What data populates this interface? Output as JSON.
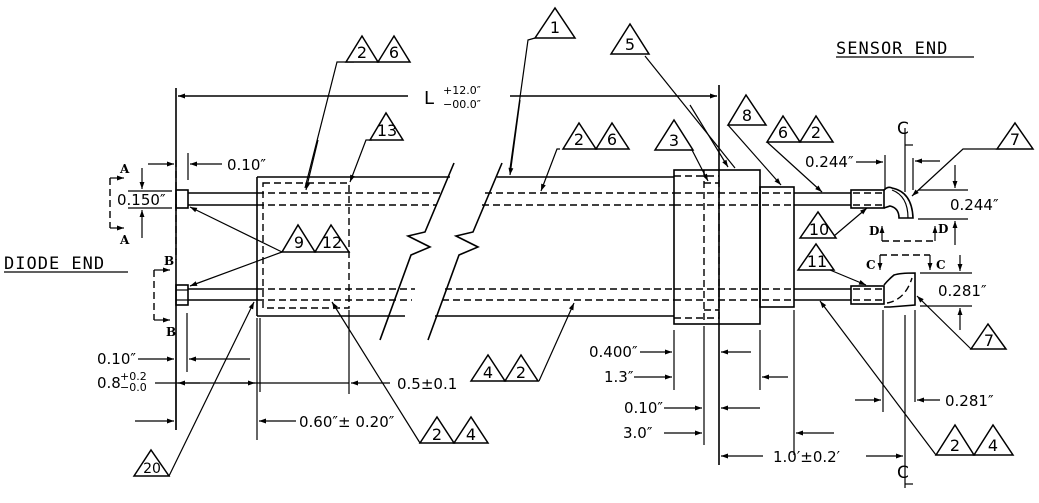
{
  "titles": {
    "diode_end": "DIODE END",
    "sensor_end": "SENSOR END"
  },
  "length": {
    "symbol": "L",
    "tol_plus": "+12.0″",
    "tol_minus": "−00.0″"
  },
  "dimensions": {
    "diode_offset": "0.10″",
    "diode_diameter": "0.150″",
    "diode_lower_offset": "0.10″",
    "diode_length_value": "0.8",
    "diode_length_plus": "+0.2",
    "diode_length_minus": "−0.0",
    "inner_offset": "0.5±0.1",
    "sleeve_offset": "0.60″±  0.20″",
    "block_a": "0.400″",
    "block_b": "1.3″",
    "block_c": "0.10″",
    "block_d": "3.0″",
    "tip_to_cl": "1.0′±0.2′",
    "sensor_top_width": "0.244″",
    "sensor_top_height": "0.244″",
    "sensor_bottom_height": "0.281″",
    "sensor_bottom_width": "0.281″"
  },
  "centerline": {
    "label": "C"
  },
  "sections": {
    "a": "A",
    "b": "B",
    "c": "C",
    "d": "D"
  },
  "callouts": [
    {
      "id": "c1",
      "numbers": [
        "1"
      ]
    },
    {
      "id": "c2-6-top",
      "numbers": [
        "2",
        "6"
      ]
    },
    {
      "id": "c13",
      "numbers": [
        "13"
      ]
    },
    {
      "id": "c2-6-mid",
      "numbers": [
        "2",
        "6"
      ]
    },
    {
      "id": "c5",
      "numbers": [
        "5"
      ]
    },
    {
      "id": "c3",
      "numbers": [
        "3"
      ]
    },
    {
      "id": "c8",
      "numbers": [
        "8"
      ]
    },
    {
      "id": "c6-2",
      "numbers": [
        "6",
        "2"
      ]
    },
    {
      "id": "c7-top",
      "numbers": [
        "7"
      ]
    },
    {
      "id": "c9-12",
      "numbers": [
        "9",
        "12"
      ]
    },
    {
      "id": "c10",
      "numbers": [
        "10"
      ]
    },
    {
      "id": "c11",
      "numbers": [
        "11"
      ]
    },
    {
      "id": "c7-bottom",
      "numbers": [
        "7"
      ]
    },
    {
      "id": "c4-2",
      "numbers": [
        "4",
        "2"
      ]
    },
    {
      "id": "c2-4-left",
      "numbers": [
        "2",
        "4"
      ]
    },
    {
      "id": "c2-4-right",
      "numbers": [
        "2",
        "4"
      ]
    },
    {
      "id": "c20",
      "numbers": [
        "20"
      ]
    }
  ]
}
